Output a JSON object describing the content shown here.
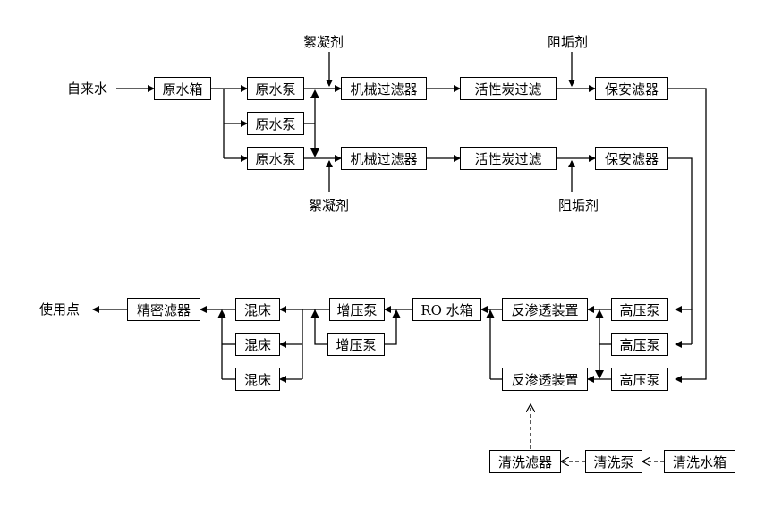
{
  "source": "自来水",
  "raw_tank": "原水箱",
  "raw_pump": "原水泵",
  "flocculant": "絮凝剂",
  "mech_filter": "机械过滤器",
  "carbon_filter": "活性炭过滤",
  "scale_inhibitor": "阻垢剂",
  "security_filter": "保安滤器",
  "high_pump": "高压泵",
  "ro_unit": "反渗透装置",
  "ro_tank": "RO 水箱",
  "booster_pump": "增压泵",
  "mixed_bed": "混床",
  "precision_filter": "精密滤器",
  "use_point": "使用点",
  "clean_filter": "清洗滤器",
  "clean_pump": "清洗泵",
  "clean_tank": "清洗水箱"
}
